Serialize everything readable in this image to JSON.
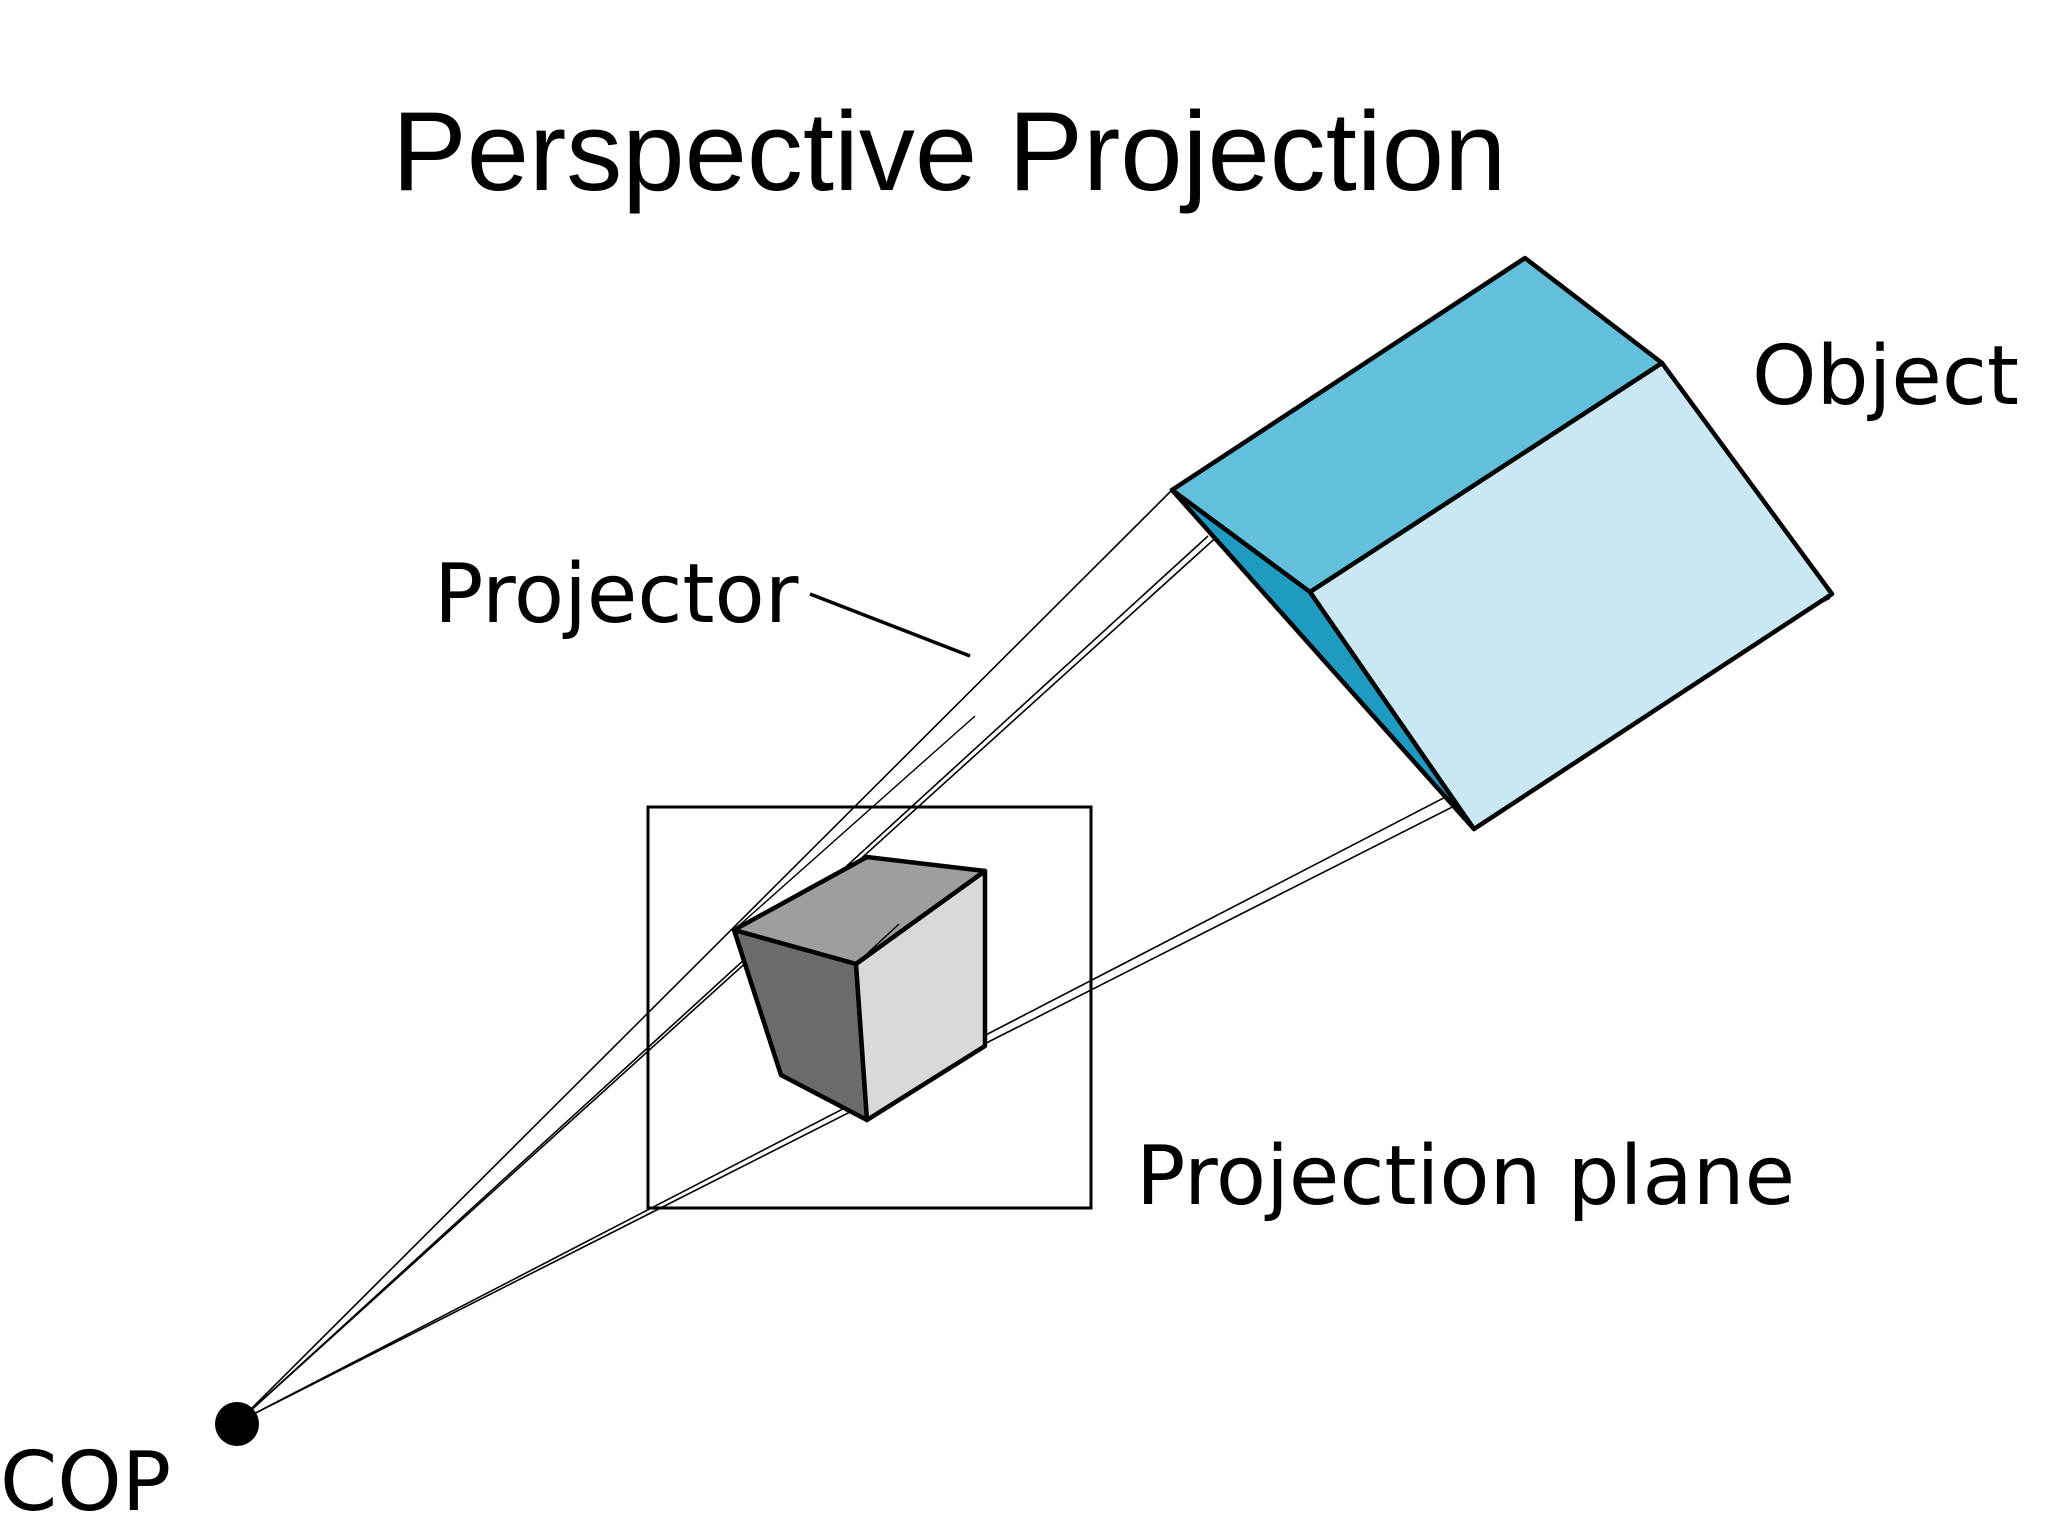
{
  "title": "Perspective Projection",
  "labels": {
    "object": "Object",
    "projector": "Projector",
    "projection_plane": "Projection plane",
    "cop": "COP"
  },
  "colors": {
    "object_top": "#62c0dc",
    "object_side_front": "#c9e8f3",
    "object_side_left": "#1f9ac0",
    "image_top": "#9e9e9e",
    "image_front": "#d9d9d9",
    "image_left": "#6b6b6b"
  }
}
